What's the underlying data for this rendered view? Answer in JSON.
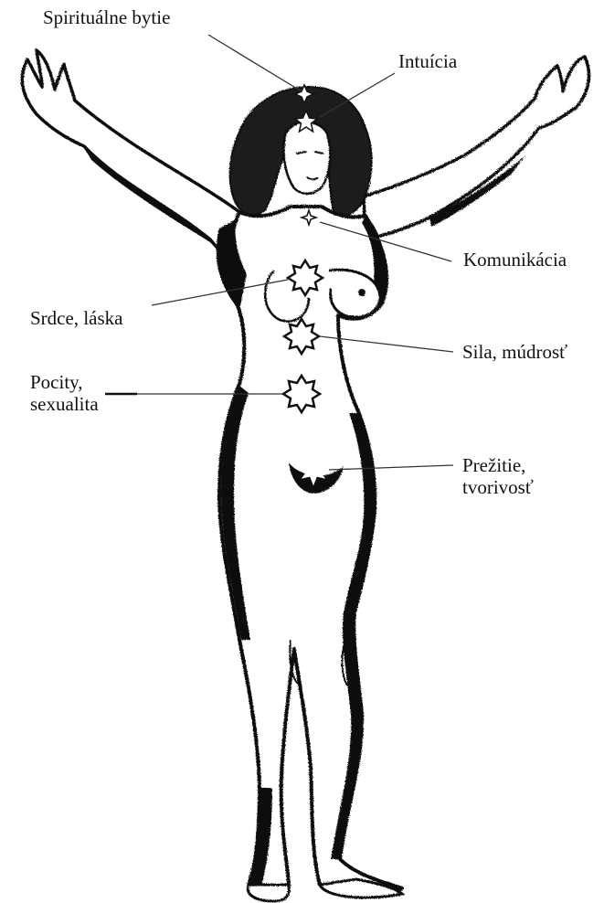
{
  "labels": {
    "spiritualne": "Spirituálne bytie",
    "intuicia": "Intuícia",
    "komunikacia": "Komunikácia",
    "srdce": "Srdce, láska",
    "sila": "Sila, múdrosť",
    "pocity": [
      "Pocity,",
      "sexualita"
    ],
    "prezitie": [
      "Prežitie,",
      "tvorivosť"
    ]
  },
  "colors": {
    "ink": "#111111",
    "paper": "#ffffff"
  }
}
